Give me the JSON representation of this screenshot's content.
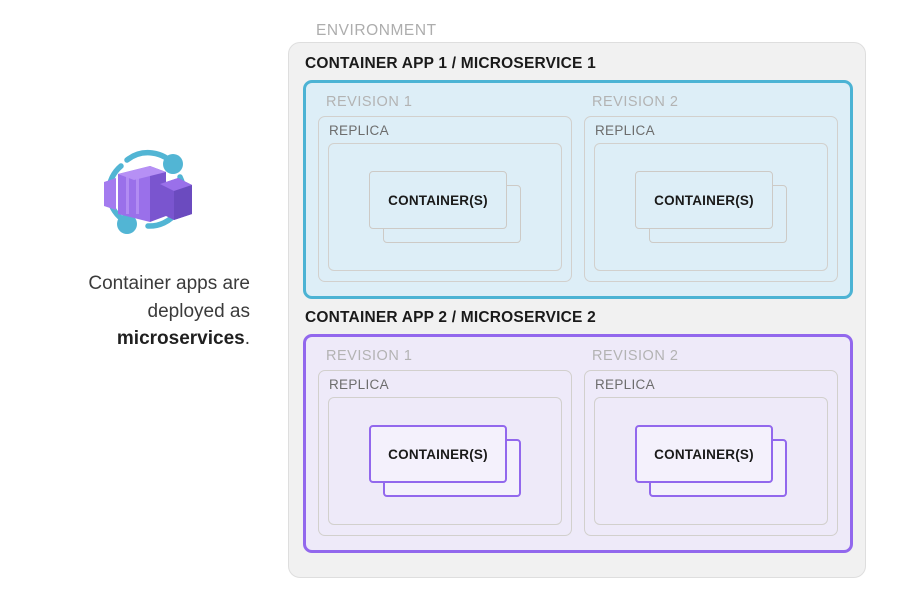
{
  "caption": {
    "line1": "Container apps are",
    "line2": "deployed as",
    "line3_strong": "microservices",
    "line3_tail": "."
  },
  "icon": {
    "name": "azure-container-apps-icon",
    "colors": {
      "purple_light": "#a47bef",
      "purple_mid": "#8661d6",
      "purple_dark": "#6b4bbf",
      "teal": "#52b5d4"
    }
  },
  "environment": {
    "label": "ENVIRONMENT",
    "fill": "#f1f1f1",
    "border": "#dedede"
  },
  "apps": [
    {
      "title": "CONTAINER APP 1 / MICROSERVICE 1",
      "accent": "#4cb3d4",
      "fill": "#ddeef7",
      "revisions": [
        {
          "label": "REVISION 1",
          "replica_label": "REPLICA",
          "container_label": "CONTAINER(S)"
        },
        {
          "label": "REVISION 2",
          "replica_label": "REPLICA",
          "container_label": "CONTAINER(S)"
        }
      ]
    },
    {
      "title": "CONTAINER APP 2 / MICROSERVICE 2",
      "accent": "#9268ed",
      "fill": "#eeeaf9",
      "revisions": [
        {
          "label": "REVISION 1",
          "replica_label": "REPLICA",
          "container_label": "CONTAINER(S)"
        },
        {
          "label": "REVISION 2",
          "replica_label": "REPLICA",
          "container_label": "CONTAINER(S)"
        }
      ]
    }
  ]
}
